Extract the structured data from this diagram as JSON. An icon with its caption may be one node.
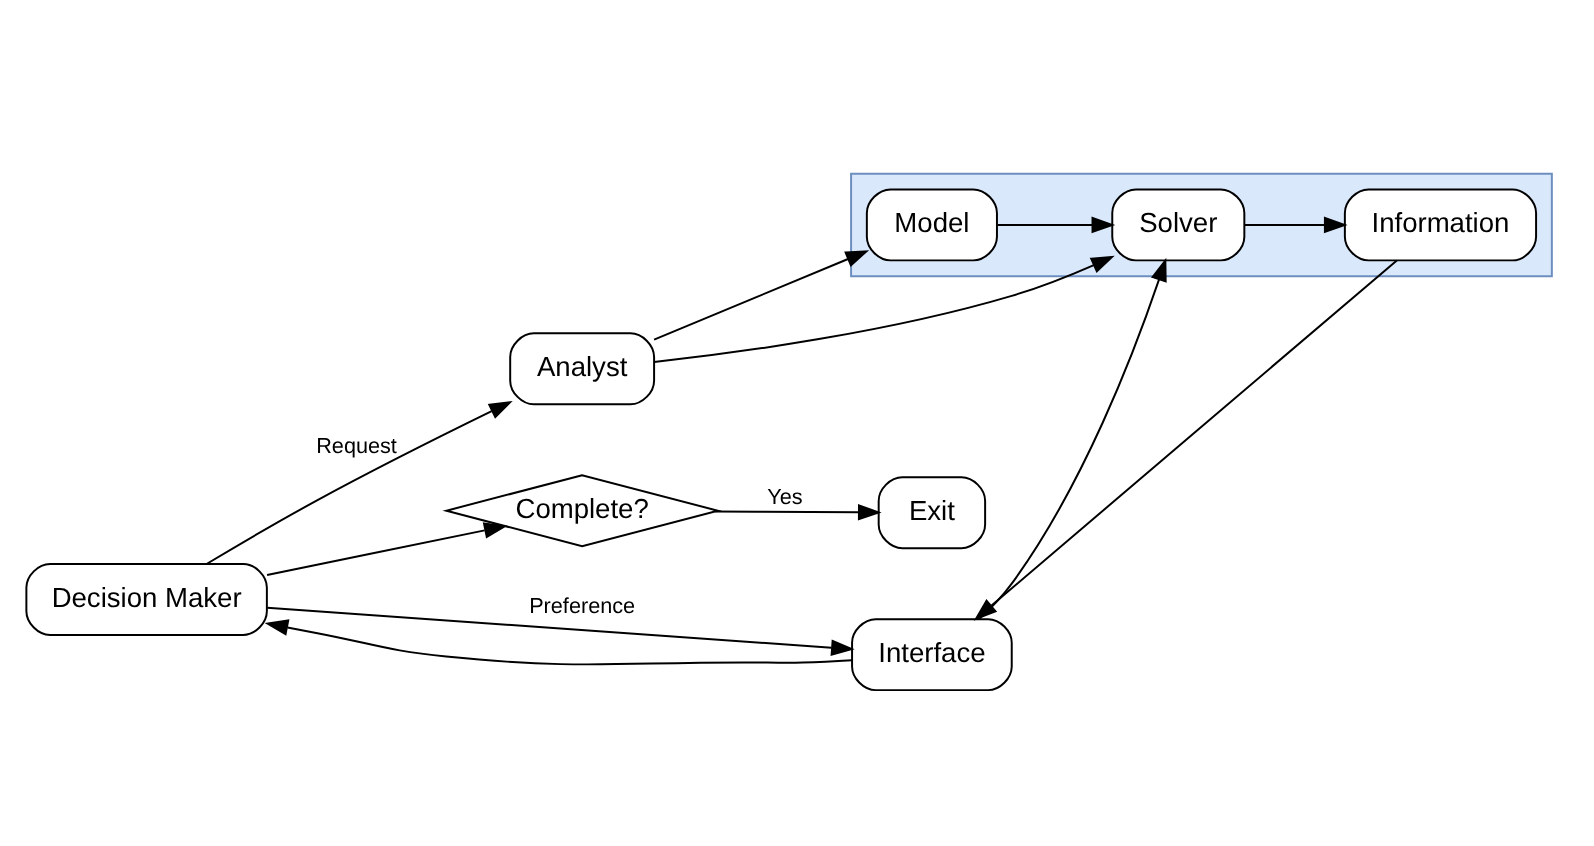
{
  "diagram": {
    "nodes": [
      {
        "text": [
          "Exit"
        ]
      },
      {
        "text": [
          "Analyst"
        ]
      },
      {
        "text": [
          "Complete?"
        ]
      },
      {
        "text": [],
        "shape": "box"
      },
      {
        "text": [
          "Model"
        ],
        "in": 3
      },
      {
        "text": [
          "Decision Maker"
        ]
      },
      {
        "text": [
          "Interface"
        ]
      },
      {
        "text": [
          "Solver"
        ],
        "in": 3
      },
      {
        "text": [
          "Information"
        ],
        "in": 3
      }
    ],
    "edges": [
      {
        "from": 5,
        "to": 2,
        "arrow": "to"
      },
      {
        "from": 2,
        "to": 0,
        "arrow": "to",
        "label": "Yes"
      },
      {
        "from": 5,
        "to": 1,
        "arrow": "to",
        "label": "Request"
      },
      {
        "from": 5,
        "to": 6,
        "arrow": "to",
        "label": "Preference"
      },
      {
        "from": 6,
        "to": 5,
        "arrow": "to"
      },
      {
        "from": 1,
        "to": 7,
        "arrow": "to"
      },
      {
        "from": 1,
        "to": 4,
        "arrow": "to"
      },
      {
        "from": 4,
        "to": 7,
        "arrow": "to"
      },
      {
        "from": 6,
        "to": 7,
        "arrow": "to"
      },
      {
        "from": 7,
        "to": 8,
        "arrow": "to"
      },
      {
        "from": 8,
        "to": 6,
        "arrow": "to"
      }
    ]
  }
}
